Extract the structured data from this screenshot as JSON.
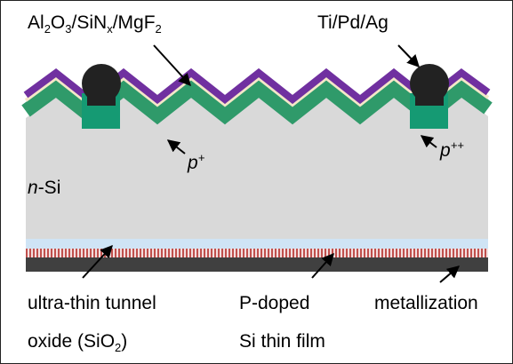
{
  "labels": {
    "coating": {
      "al": "Al",
      "al_sub": "2",
      "o": "O",
      "o_sub": "3",
      "sin": "/SiN",
      "sin_sub": "x",
      "mgf": "/MgF",
      "mgf_sub": "2"
    },
    "contact": "Ti/Pd/Ag",
    "p_plus": {
      "base": "p",
      "sup": "+"
    },
    "p_plusplus": {
      "base": "p",
      "sup": "++"
    },
    "n_si": {
      "n": "n",
      "rest": "-Si"
    },
    "tunnel_oxide": {
      "line1": "ultra-thin tunnel",
      "line2_prefix": "oxide (SiO",
      "line2_sub": "2",
      "line2_suffix": ")"
    },
    "p_doped": {
      "line1": "P-doped",
      "line2": "Si thin film"
    },
    "metallization": "metallization"
  },
  "colors": {
    "silicon": "#d9d9d9",
    "p_plus_layer": "#2f9a6a",
    "p_plusplus_region": "#159a73",
    "passivation_stack": "#7030a0",
    "interlayer": "#f4e7c8",
    "contact": "#222222",
    "tunnel_oxide": "#cfe4f5",
    "p_doped_film": "#c0504d",
    "metallization": "#404040"
  }
}
